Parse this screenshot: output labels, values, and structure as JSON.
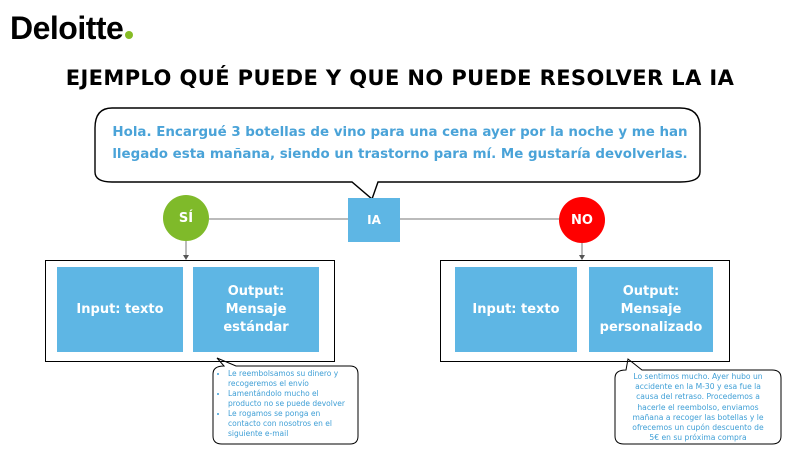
{
  "logo": {
    "text": "Deloitte",
    "dot_color": "#86bc25"
  },
  "title": "EJEMPLO QUÉ PUEDE Y QUE NO PUEDE RESOLVER LA IA",
  "speech": {
    "line1": "Hola. Encargué 3 botellas de vino para una cena ayer por la noche y me han",
    "line2": "llegado esta mañana, siendo un trastorno para mí. Me gustaría devolverlas."
  },
  "center_box": {
    "label": "IA",
    "color": "#5eb6e4"
  },
  "yes_branch": {
    "label": "SÍ",
    "color": "#7fba2a",
    "input_label": "Input: texto",
    "output_label_1": "Output:",
    "output_label_2": "Mensaje",
    "output_label_3": "estándar",
    "note_items": [
      "Le reembolsamos  su dinero y recogeremos  el envío",
      "Lamentándolo  mucho  el producto no se puede devolver",
      "Le rogamos  se ponga  en contacto con nosotros en el siguiente  e-mail"
    ]
  },
  "no_branch": {
    "label": "NO",
    "color": "#ff0000",
    "input_label": "Input: texto",
    "output_label_1": "Output:",
    "output_label_2": "Mensaje",
    "output_label_3": "personalizado",
    "note_lines": [
      "Lo sentimos mucho.  Ayer hubo un",
      "accidente en la M-30 y esa fue la",
      "causa del retraso. Procedemos  a",
      "hacerle el reembolso,  enviamos",
      "mañana  a recoger las botellas y le",
      "ofrecemos un cupón descuento de",
      "5€ en su próxima  compra"
    ]
  }
}
